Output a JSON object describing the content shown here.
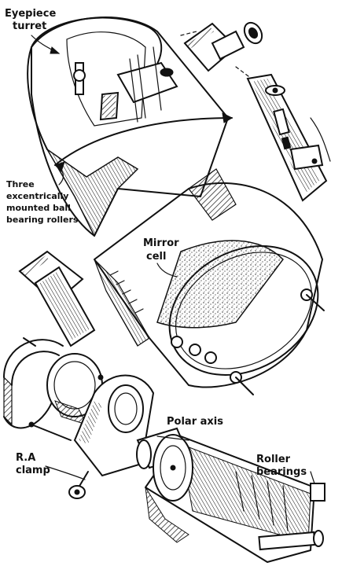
{
  "labels": {
    "eyepiece_turret": [
      "Eyepiece",
      "turret"
    ],
    "rollers": [
      "Three",
      "excentrically",
      "mounted ball",
      "bearing rollers"
    ],
    "mirror_cell": [
      "Mirror",
      "cell"
    ],
    "polar_axis": "Polar axis",
    "ra_clamp": [
      "R.A",
      "clamp"
    ],
    "roller_bearings": [
      "Roller",
      "bearings"
    ]
  },
  "colors": {
    "ink": "#111111",
    "paper": "#ffffff"
  }
}
